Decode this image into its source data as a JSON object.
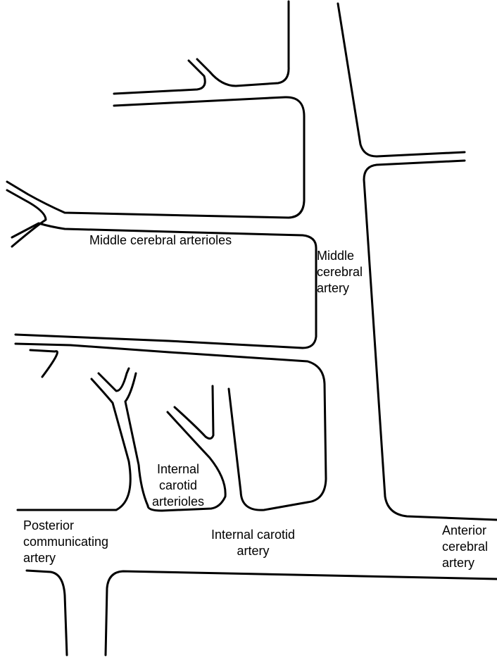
{
  "diagram": {
    "line_color": "#000000",
    "background": "#ffffff",
    "labels": {
      "middle_cerebral_arterioles": "Middle cerebral arterioles",
      "middle_cerebral_artery": [
        "Middle",
        "cerebral",
        "artery"
      ],
      "internal_carotid_arterioles": [
        "Internal",
        "carotid",
        "arterioles"
      ],
      "posterior_communicating_artery": [
        "Posterior",
        "communicating",
        "artery"
      ],
      "internal_carotid_artery": [
        "Internal carotid",
        "artery"
      ],
      "anterior_cerebral_artery": [
        "Anterior",
        "cerebral",
        "artery"
      ]
    }
  }
}
